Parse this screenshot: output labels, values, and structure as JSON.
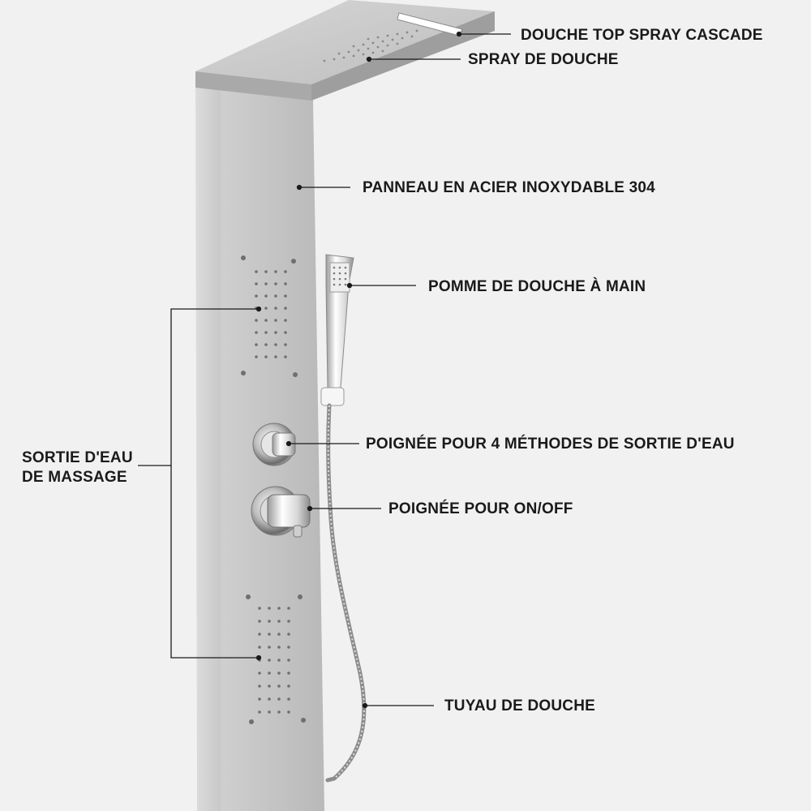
{
  "diagram": {
    "background_color": "#f1f1f1",
    "panel_color": "#c9c9c9",
    "chrome_color": "#e8e8e8",
    "leader_line_color": "#1a1a1a",
    "labels": {
      "top_spray_cascade": "DOUCHE TOP SPRAY CASCADE",
      "rain_spray": "SPRAY DE DOUCHE",
      "steel_panel": "PANNEAU EN ACIER INOXYDABLE 304",
      "handheld_head": "POMME DE DOUCHE À MAIN",
      "selector_handle": "POIGNÉE POUR 4 MÉTHODES DE SORTIE D'EAU",
      "onoff_handle": "POIGNÉE POUR ON/OFF",
      "hose": "TUYAU DE DOUCHE",
      "massage_outlets_line1": "SORTIE D'EAU",
      "massage_outlets_line2": "DE MASSAGE"
    }
  }
}
